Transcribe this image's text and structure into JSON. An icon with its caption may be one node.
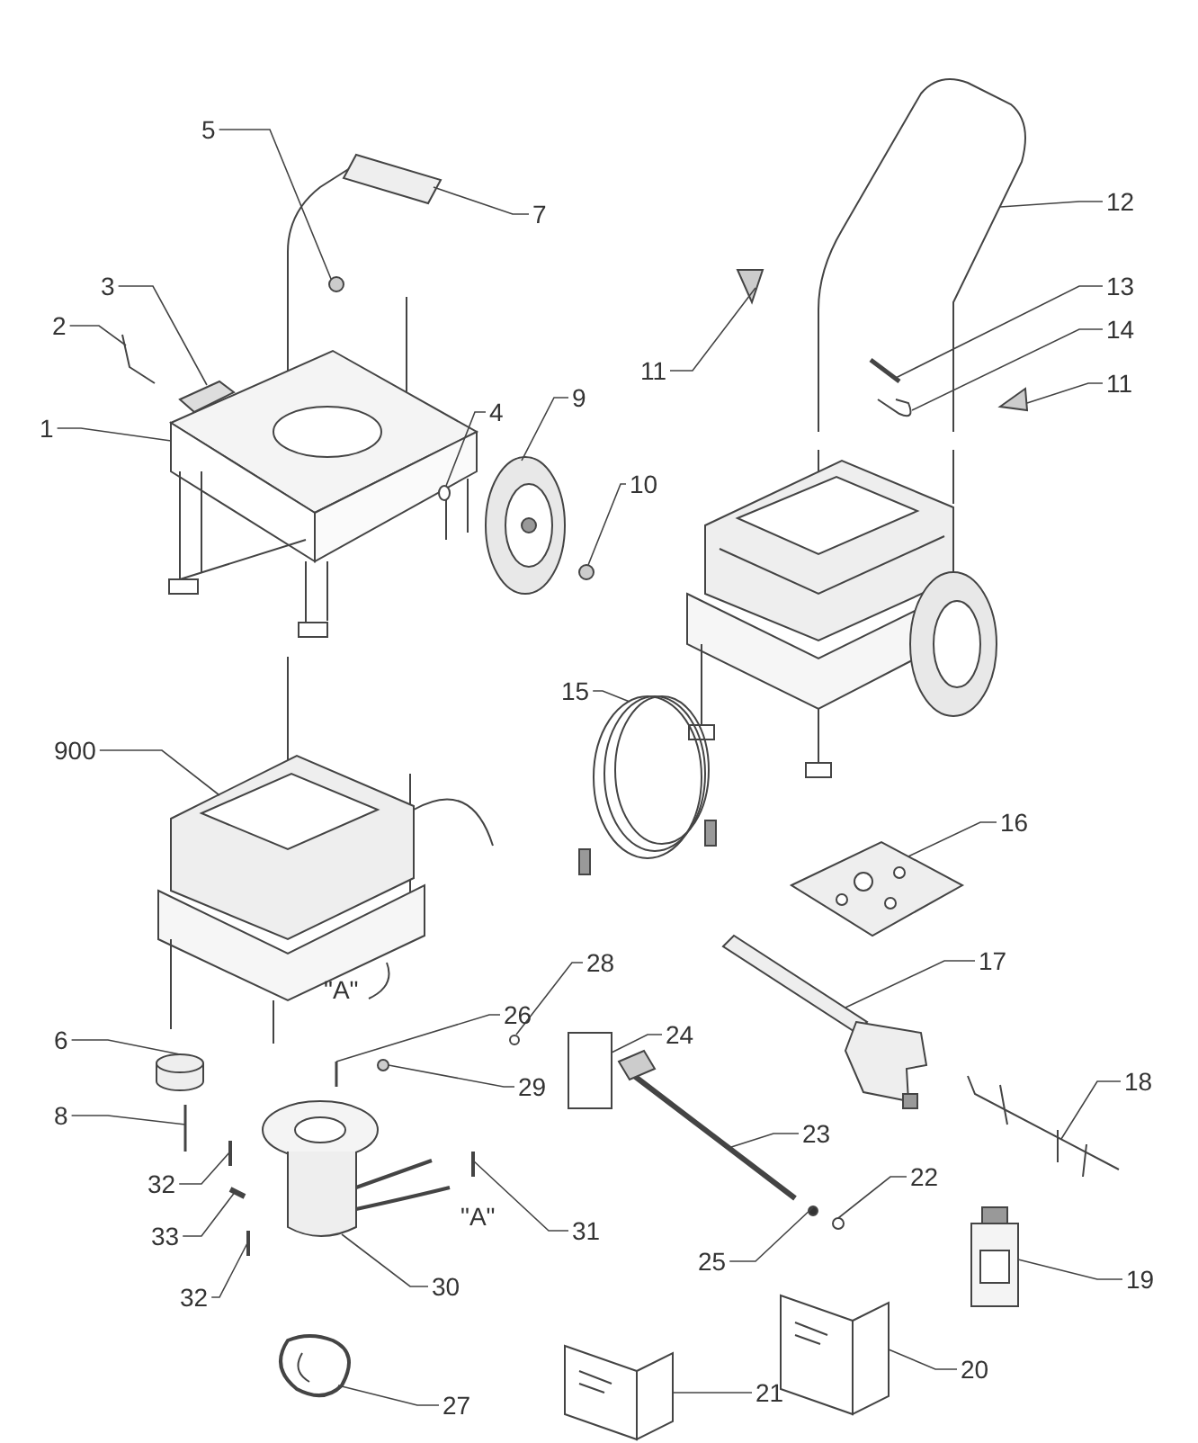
{
  "diagram": {
    "nodes": [
      {
        "text": [
          "5"
        ]
      },
      {
        "text": [
          "7"
        ]
      },
      {
        "text": [
          "12"
        ]
      },
      {
        "text": [
          "3"
        ]
      },
      {
        "text": [
          "13"
        ]
      },
      {
        "text": [
          "2"
        ]
      },
      {
        "text": [
          "14"
        ]
      },
      {
        "text": [
          "11"
        ]
      },
      {
        "text": [
          "11"
        ]
      },
      {
        "text": [
          "1"
        ]
      },
      {
        "text": [
          "4"
        ]
      },
      {
        "text": [
          "9"
        ]
      },
      {
        "text": [
          "10"
        ]
      },
      {
        "text": [
          "900"
        ]
      },
      {
        "text": [
          "15"
        ]
      },
      {
        "text": [
          "16"
        ]
      },
      {
        "text": [
          "17"
        ]
      },
      {
        "text": [
          "28"
        ]
      },
      {
        "text": [
          "6"
        ]
      },
      {
        "text": [
          "26"
        ]
      },
      {
        "text": [
          "24"
        ]
      },
      {
        "text": [
          "29"
        ]
      },
      {
        "text": [
          "8"
        ]
      },
      {
        "text": [
          "23"
        ]
      },
      {
        "text": [
          "18"
        ]
      },
      {
        "text": [
          "22"
        ]
      },
      {
        "text": [
          "32"
        ]
      },
      {
        "text": [
          "31"
        ]
      },
      {
        "text": [
          "33"
        ]
      },
      {
        "text": [
          "32"
        ]
      },
      {
        "text": [
          "25"
        ]
      },
      {
        "text": [
          "30"
        ]
      },
      {
        "text": [
          "19"
        ]
      },
      {
        "text": [
          "20"
        ]
      },
      {
        "text": [
          "21"
        ]
      },
      {
        "text": [
          "27"
        ]
      },
      {
        "text": [],
        "shape": "picture"
      },
      {
        "text": [],
        "shape": "circle",
        "in": 36
      },
      {
        "text": [],
        "shape": "picture",
        "in": 36
      },
      {
        "text": [],
        "shape": "circle",
        "in": 36
      },
      {
        "text": [],
        "shape": "picture"
      },
      {
        "text": [],
        "shape": "picture"
      },
      {
        "text": [],
        "shape": "picture"
      },
      {
        "text": [],
        "shape": "circle"
      },
      {
        "text": [],
        "shape": "picture"
      },
      {
        "text": [],
        "shape": "picture",
        "in": 44
      },
      {
        "text": [],
        "shape": "picture",
        "in": 44
      },
      {
        "text": [],
        "shape": "picture",
        "in": 44
      },
      {
        "text": [],
        "shape": "picture"
      },
      {
        "text": [],
        "shape": "picture"
      },
      {
        "text": [],
        "shape": "picture"
      },
      {
        "text": [],
        "shape": "picture"
      },
      {
        "text": [],
        "shape": "picture"
      },
      {
        "text": [],
        "shape": "circle"
      },
      {
        "text": [],
        "shape": "cylinder"
      },
      {
        "text": [],
        "shape": "picture"
      },
      {
        "text": [],
        "shape": "box"
      },
      {
        "text": [],
        "shape": "circle"
      },
      {
        "text": [],
        "shape": "picture"
      },
      {
        "text": [],
        "shape": "picture"
      },
      {
        "text": [],
        "shape": "picture"
      },
      {
        "text": [],
        "shape": "circle"
      },
      {
        "text": [],
        "shape": "picture"
      },
      {
        "text": [],
        "shape": "picture"
      },
      {
        "text": [],
        "shape": "picture"
      },
      {
        "text": [],
        "shape": "picture"
      },
      {
        "text": [],
        "shape": "circle"
      },
      {
        "text": [],
        "shape": "picture"
      },
      {
        "text": [],
        "shape": "picture"
      },
      {
        "text": [],
        "shape": "picture"
      },
      {
        "text": [],
        "shape": "picture"
      },
      {
        "text": [],
        "shape": "picture"
      }
    ],
    "edges": [
      {
        "from": 0,
        "to": 37,
        "arrow": "none"
      },
      {
        "from": 1,
        "to": 40,
        "arrow": "none"
      },
      {
        "from": 2,
        "to": 44,
        "arrow": "none"
      },
      {
        "from": 3,
        "to": 38,
        "arrow": "none"
      },
      {
        "from": 4,
        "to": 45,
        "arrow": "none"
      },
      {
        "from": 5,
        "to": 41,
        "arrow": "none"
      },
      {
        "from": 6,
        "to": 46,
        "arrow": "none"
      },
      {
        "from": 7,
        "to": 48,
        "arrow": "none"
      },
      {
        "from": 8,
        "to": 47,
        "arrow": "none"
      },
      {
        "from": 9,
        "to": 36,
        "arrow": "none"
      },
      {
        "from": 10,
        "to": 39,
        "arrow": "none"
      },
      {
        "from": 11,
        "to": 42,
        "arrow": "none"
      },
      {
        "from": 12,
        "to": 43,
        "arrow": "none"
      },
      {
        "from": 13,
        "to": 49,
        "arrow": "none"
      },
      {
        "from": 14,
        "to": 50,
        "arrow": "none"
      },
      {
        "from": 15,
        "to": 51,
        "arrow": "none"
      },
      {
        "from": 16,
        "to": 52,
        "arrow": "none"
      },
      {
        "from": 17,
        "to": 53,
        "arrow": "none"
      },
      {
        "from": 18,
        "to": 54,
        "arrow": "none"
      },
      {
        "from": 19,
        "to": 55,
        "arrow": "none"
      },
      {
        "from": 20,
        "to": 56,
        "arrow": "none"
      },
      {
        "from": 21,
        "to": 57,
        "arrow": "none"
      },
      {
        "from": 22,
        "to": 58,
        "arrow": "none"
      },
      {
        "from": 23,
        "to": 59,
        "arrow": "none"
      },
      {
        "from": 24,
        "to": 60,
        "arrow": "none"
      },
      {
        "from": 25,
        "to": 61,
        "arrow": "none"
      },
      {
        "from": 26,
        "to": 62,
        "arrow": "none"
      },
      {
        "from": 27,
        "to": 63,
        "arrow": "none"
      },
      {
        "from": 28,
        "to": 64,
        "arrow": "none"
      },
      {
        "from": 29,
        "to": 65,
        "arrow": "none"
      },
      {
        "from": 30,
        "to": 66,
        "arrow": "none"
      },
      {
        "from": 31,
        "to": 67,
        "arrow": "none"
      },
      {
        "from": 32,
        "to": 68,
        "arrow": "none"
      },
      {
        "from": 33,
        "to": 69,
        "arrow": "none"
      },
      {
        "from": 34,
        "to": 70,
        "arrow": "none"
      },
      {
        "from": 35,
        "to": 71,
        "arrow": "none"
      }
    ],
    "labels": [
      "\"A\"",
      "\"A\""
    ]
  }
}
